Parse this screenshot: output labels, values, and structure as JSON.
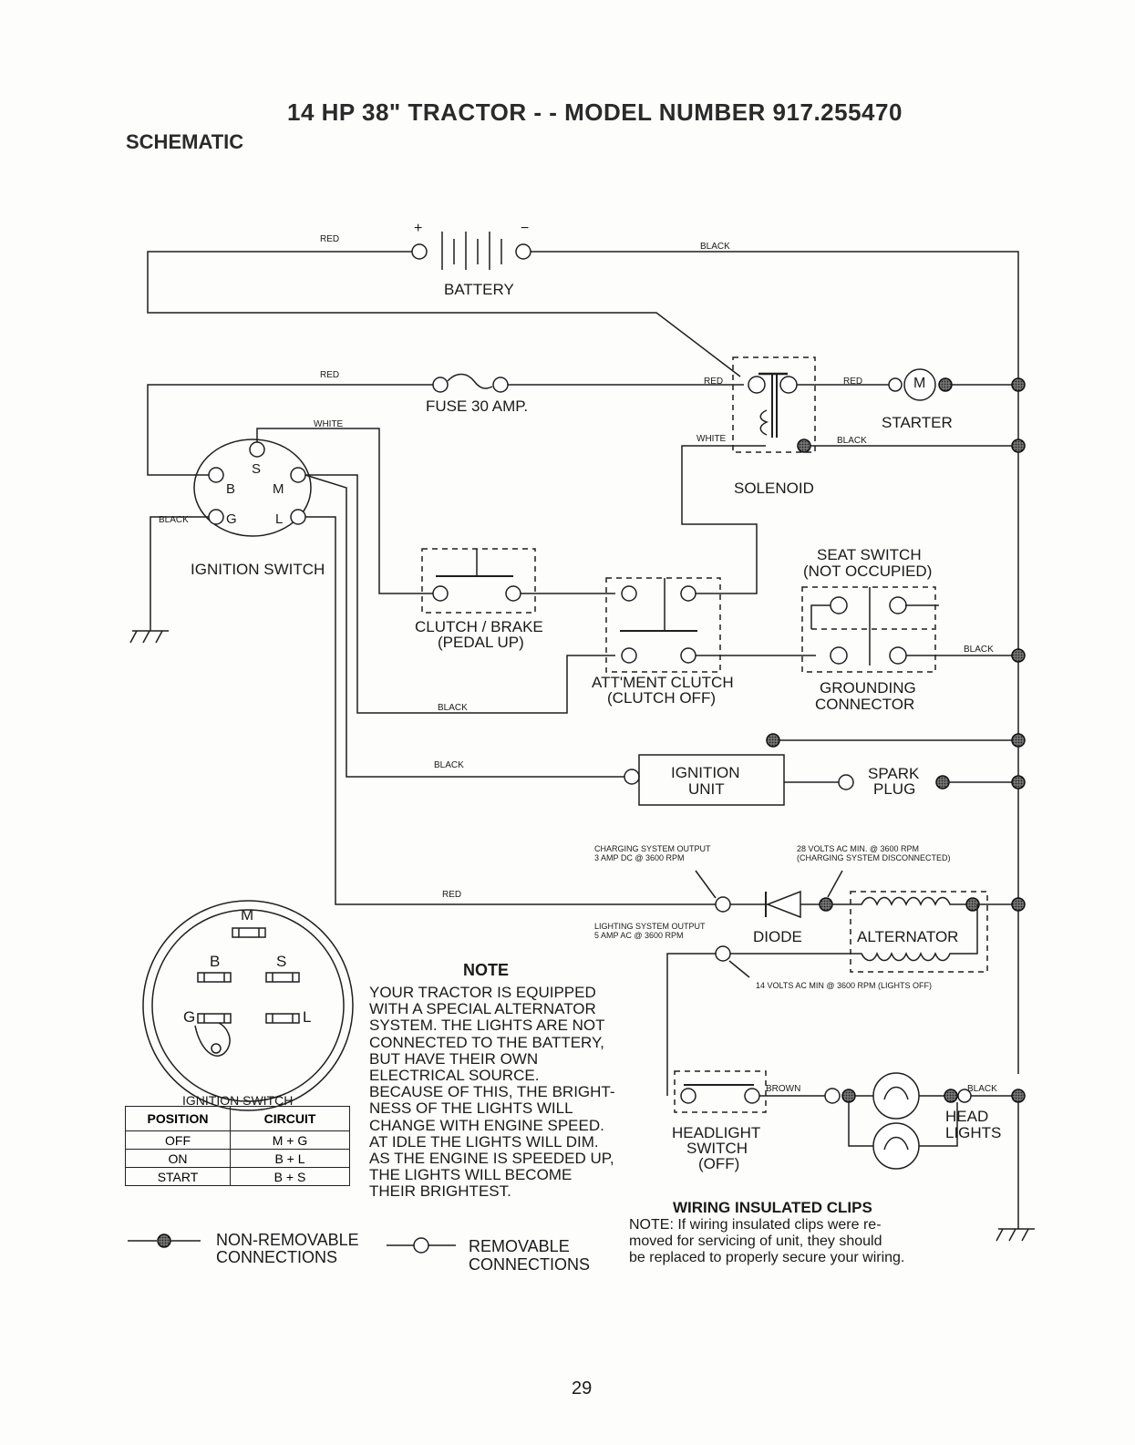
{
  "title": "14 HP 38\" TRACTOR - - MODEL NUMBER 917.255470",
  "section": "SCHEMATIC",
  "page_number": "29",
  "components": {
    "battery": "BATTERY",
    "battery_plus": "+",
    "battery_minus": "−",
    "fuse": "FUSE 30 AMP.",
    "solenoid": "SOLENOID",
    "starter": "STARTER",
    "starter_symbol": "M",
    "ignition_switch": "IGNITION SWITCH",
    "clutch_brake": "CLUTCH / BRAKE",
    "clutch_brake_state": "(PEDAL UP)",
    "seat_switch": "SEAT SWITCH",
    "seat_switch_state": "(NOT OCCUPIED)",
    "attachment_clutch": "ATT'MENT CLUTCH",
    "attachment_clutch_state": "(CLUTCH OFF)",
    "grounding_connector_1": "GROUNDING",
    "grounding_connector_2": "CONNECTOR",
    "ignition_unit_1": "IGNITION",
    "ignition_unit_2": "UNIT",
    "spark_plug_1": "SPARK",
    "spark_plug_2": "PLUG",
    "diode": "DIODE",
    "alternator": "ALTERNATOR",
    "headlight_switch_1": "HEADLIGHT",
    "headlight_switch_2": "SWITCH",
    "headlight_switch_3": "(OFF)",
    "head_lights_1": "HEAD",
    "head_lights_2": "LIGHTS"
  },
  "terminals": {
    "s": "S",
    "b": "B",
    "m": "M",
    "g": "G",
    "l": "L"
  },
  "wires": {
    "red": "RED",
    "black": "BLACK",
    "white": "WHITE",
    "brown": "BROWN"
  },
  "specs": {
    "charging_1": "CHARGING SYSTEM OUTPUT",
    "charging_2": "3 AMP DC @ 3600 RPM",
    "volts28_1": "28 VOLTS AC MIN. @ 3600 RPM",
    "volts28_2": "(CHARGING SYSTEM DISCONNECTED)",
    "lighting_1": "LIGHTING SYSTEM OUTPUT",
    "lighting_2": "5 AMP AC @ 3600 RPM",
    "volts14": "14 VOLTS AC MIN @ 3600 RPM (LIGHTS OFF)"
  },
  "note": {
    "heading": "NOTE",
    "lines": [
      "YOUR TRACTOR IS EQUIPPED",
      "WITH A SPECIAL ALTERNATOR",
      "SYSTEM.  THE LIGHTS ARE NOT",
      "CONNECTED TO  THE BATTERY,",
      "BUT HAVE THEIR OWN",
      "ELECTRICAL SOURCE.",
      "BECAUSE OF THIS, THE BRIGHT-",
      "NESS OF THE LIGHTS WILL",
      "CHANGE WITH ENGINE SPEED.",
      "AT IDLE THE LIGHTS WILL DIM.",
      "AS THE ENGINE IS SPEEDED UP,",
      "THE LIGHTS WILL BECOME",
      "THEIR BRIGHTEST."
    ]
  },
  "switch_face": {
    "caption": "IGNITION SWITCH",
    "m": "M",
    "b": "B",
    "s": "S",
    "g": "G",
    "l": "L"
  },
  "position_table": {
    "headers": [
      "POSITION",
      "CIRCUIT"
    ],
    "rows": [
      [
        "OFF",
        "M + G"
      ],
      [
        "ON",
        "B + L"
      ],
      [
        "START",
        "B + S"
      ]
    ]
  },
  "legend": {
    "non_removable_1": "NON-REMOVABLE",
    "non_removable_2": "CONNECTIONS",
    "removable_1": "REMOVABLE",
    "removable_2": "CONNECTIONS"
  },
  "clips": {
    "heading": "WIRING INSULATED CLIPS",
    "lines": [
      "NOTE: If wiring insulated clips  were  re-",
      "moved  for servicing  of  unit,  they should",
      "be replaced to properly secure your wiring."
    ]
  }
}
